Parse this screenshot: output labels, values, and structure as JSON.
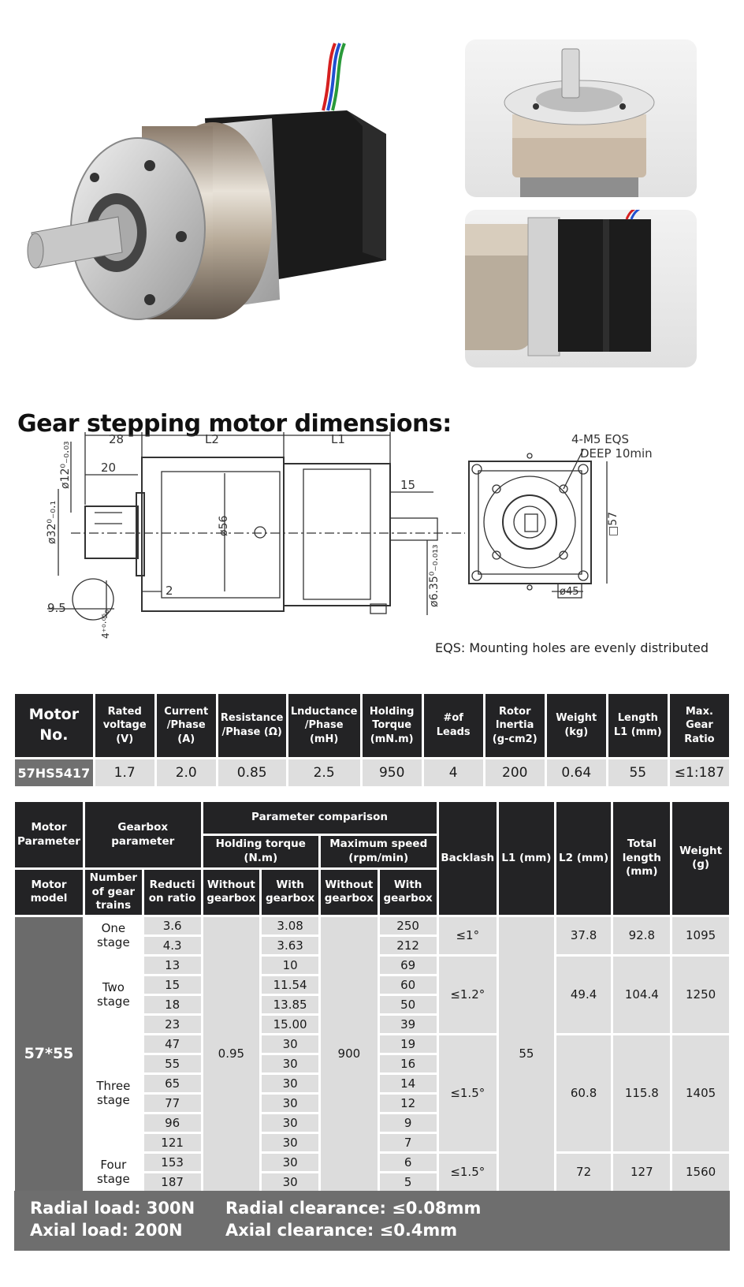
{
  "section_title": "Gear stepping motor dimensions:",
  "drawing": {
    "dim_28": "28",
    "dim_L2": "L2",
    "dim_L1": "L1",
    "dim_20": "20",
    "dim_15": "15",
    "dim_phi56": "ø56",
    "dim_phi12": "ø12⁰₋₀.₀₃",
    "dim_phi32": "ø32⁰₋₀.₁",
    "dim_phi635": "ø6.35⁰₋₀.₀₁₃",
    "dim_2": "2",
    "dim_95": "9.5",
    "dim_4": "4⁺⁰·⁰⁵₀",
    "eqs_label": "4-M5 EQS",
    "deep_label": "DEEP 10min",
    "dim_57": "□57",
    "dim_phi45": "ø45",
    "eqs_note": "EQS:  Mounting holes are evenly distributed"
  },
  "spec_table": {
    "headers": [
      "Motor No.",
      "Rated voltage (V)",
      "Current /Phase (A)",
      "Resistance /Phase (Ω)",
      "Lnductance /Phase (mH)",
      "Holding Torque (mN.m)",
      "#of Leads",
      "Rotor lnertia (g-cm2)",
      "Weight (kg)",
      "Length L1 (mm)",
      "Max. Gear Ratio"
    ],
    "row": [
      "57HS5417",
      "1.7",
      "2.0",
      "0.85",
      "2.5",
      "950",
      "4",
      "200",
      "0.64",
      "55",
      "≤1:187"
    ]
  },
  "gear_table": {
    "h_motor_param": "Motor Parameter",
    "h_gearbox_param": "Gearbox parameter",
    "h_param_comp": "Parameter comparison",
    "h_holding": "Holding torque (N.m)",
    "h_maxspeed": "Maximum speed (rpm/min)",
    "h_backlash": "Backlash",
    "h_l1": "L1 (mm)",
    "h_l2": "L2 (mm)",
    "h_total": "Total length (mm)",
    "h_weight": "Weight (g)",
    "h_motor_model": "Motor model",
    "h_trains": "Number of gear trains",
    "h_ratio": "Reducti on ratio",
    "h_without1": "Without gearbox",
    "h_with1": "With gearbox",
    "h_without2": "Without gearbox",
    "h_with2": "With gearbox",
    "model": "57*55",
    "torque_without": "0.95",
    "speed_without": "900",
    "l1": "55",
    "rows": [
      {
        "ratio": "3.6",
        "torque": "3.08",
        "speed": "250"
      },
      {
        "ratio": "4.3",
        "torque": "3.63",
        "speed": "212"
      },
      {
        "ratio": "13",
        "torque": "10",
        "speed": "69"
      },
      {
        "ratio": "15",
        "torque": "11.54",
        "speed": "60"
      },
      {
        "ratio": "18",
        "torque": "13.85",
        "speed": "50"
      },
      {
        "ratio": "23",
        "torque": "15.00",
        "speed": "39"
      },
      {
        "ratio": "47",
        "torque": "30",
        "speed": "19"
      },
      {
        "ratio": "55",
        "torque": "30",
        "speed": "16"
      },
      {
        "ratio": "65",
        "torque": "30",
        "speed": "14"
      },
      {
        "ratio": "77",
        "torque": "30",
        "speed": "12"
      },
      {
        "ratio": "96",
        "torque": "30",
        "speed": "9"
      },
      {
        "ratio": "121",
        "torque": "30",
        "speed": "7"
      },
      {
        "ratio": "153",
        "torque": "30",
        "speed": "6"
      },
      {
        "ratio": "187",
        "torque": "30",
        "speed": "5"
      }
    ],
    "stages": [
      {
        "name": "One stage",
        "backlash": "≤1°",
        "l2": "37.8",
        "total": "92.8",
        "weight": "1095"
      },
      {
        "name": "Two stage",
        "backlash": "≤1.2°",
        "l2": "49.4",
        "total": "104.4",
        "weight": "1250"
      },
      {
        "name": "Three stage",
        "backlash": "≤1.5°",
        "l2": "60.8",
        "total": "115.8",
        "weight": "1405"
      },
      {
        "name": "Four stage",
        "backlash": "≤1.5°",
        "l2": "72",
        "total": "127",
        "weight": "1560"
      }
    ]
  },
  "footer": {
    "radial_load": "Radial load:  300N",
    "axial_load": "Axial load:  200N",
    "radial_clearance": "Radial clearance:  ≤0.08mm",
    "axial_clearance": "Axial clearance:  ≤0.4mm"
  }
}
